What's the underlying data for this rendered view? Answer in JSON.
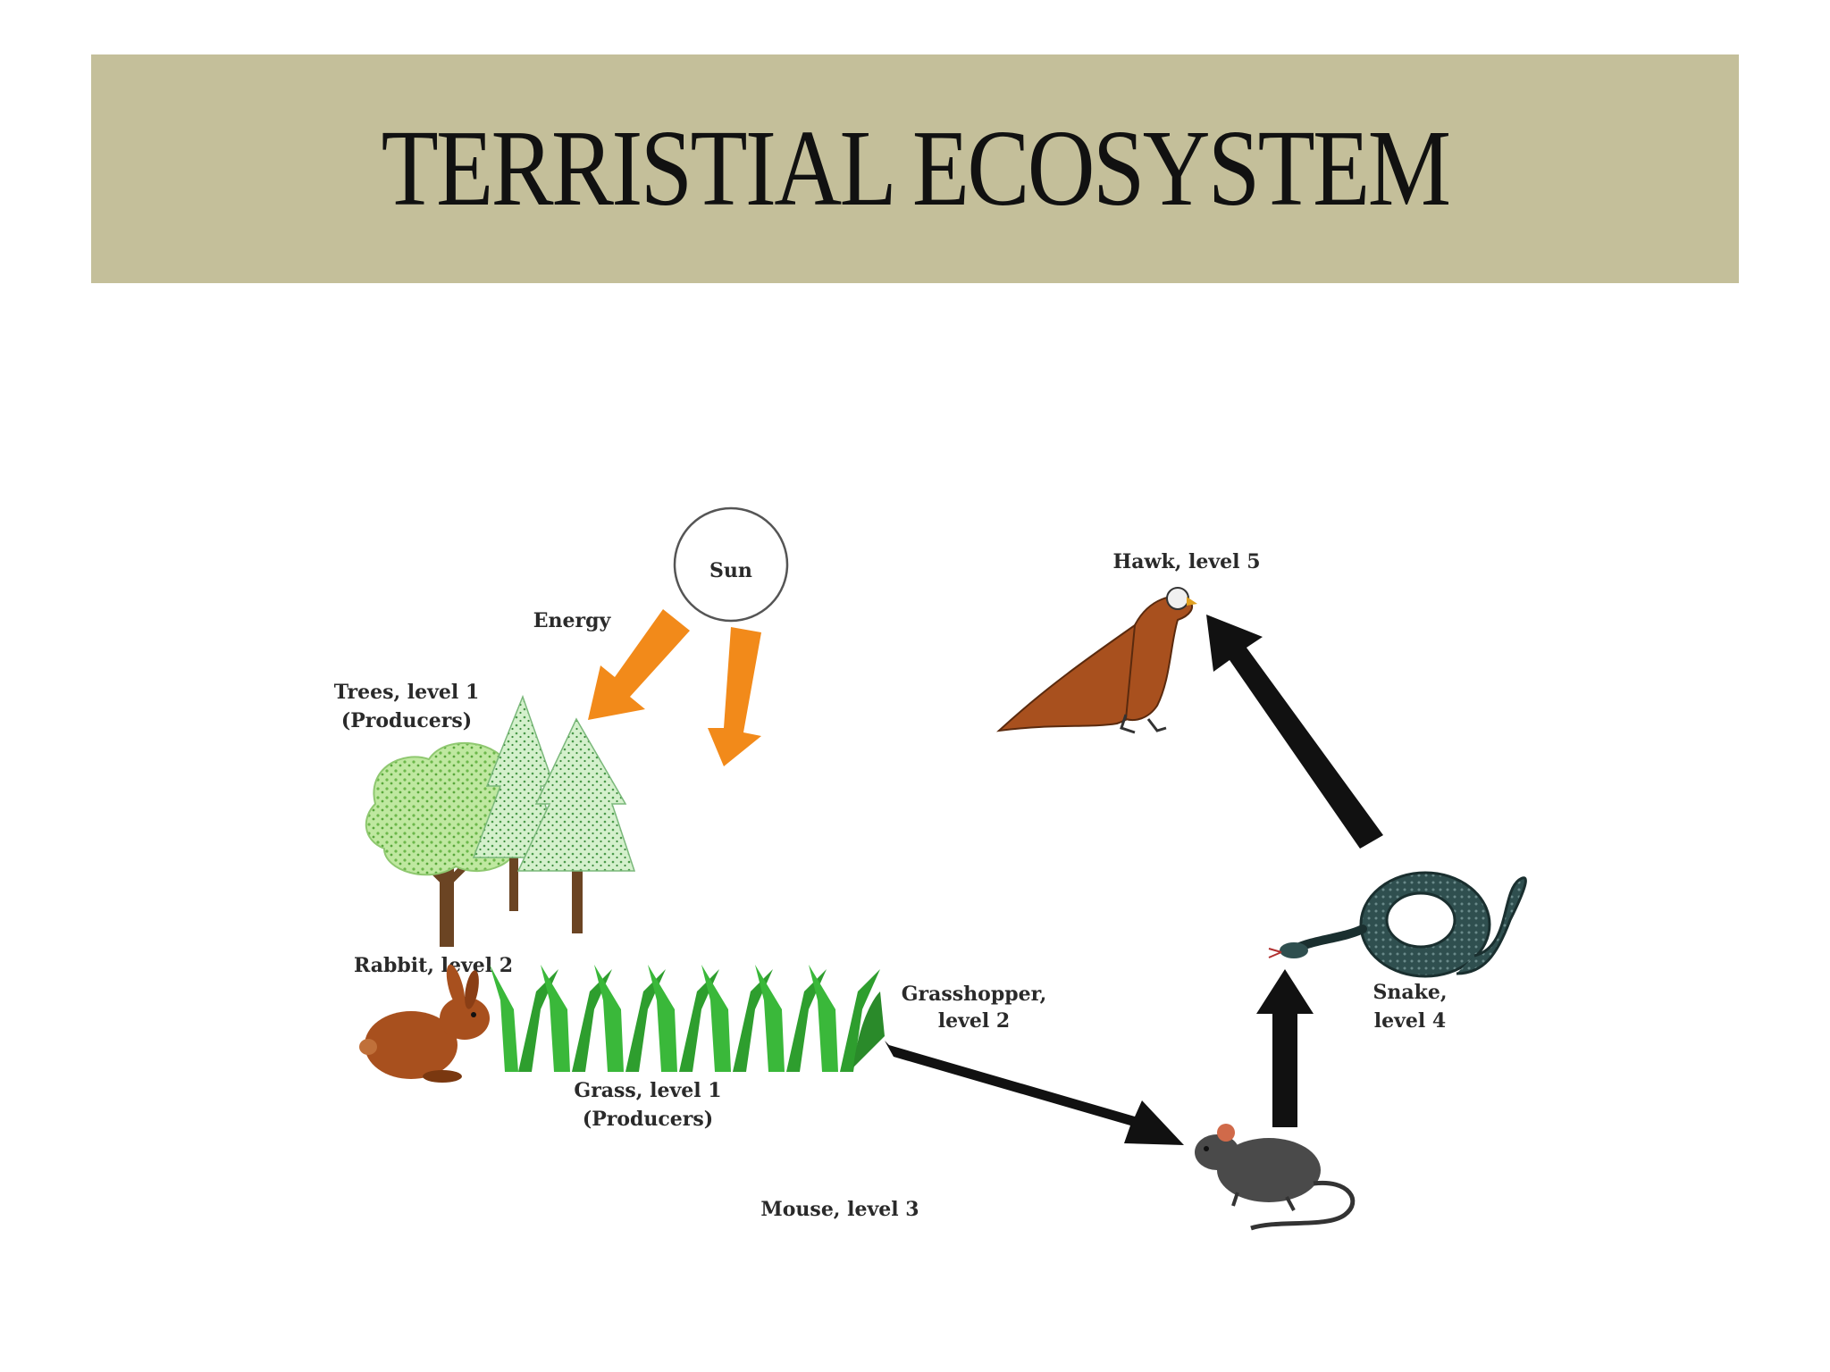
{
  "slide": {
    "title": "TERRISTIAL ECOSYSTEM",
    "band_color": "#c4bf9a"
  },
  "diagram": {
    "sun": "Sun",
    "energy": "Energy",
    "trees": [
      "Trees, level 1",
      "(Producers)"
    ],
    "rabbit": "Rabbit, level 2",
    "grass": [
      "Grass, level 1",
      "(Producers)"
    ],
    "grasshopper": [
      "Grasshopper,",
      "level 2"
    ],
    "mouse": "Mouse, level 3",
    "snake": [
      "Snake,",
      "level 4"
    ],
    "hawk": "Hawk, level 5",
    "colors": {
      "energy_arrow": "#f28a1a",
      "food_arrow": "#111111",
      "tree_leaf": "#bfe8a0",
      "pine": "#c6ebc0",
      "grass": "#3ab83a",
      "rabbit": "#a8501e",
      "hawk": "#a8501e",
      "mouse": "#4a4a4a",
      "snake": "#2f4f4f"
    },
    "icons": [
      "sun-icon",
      "tree-icon",
      "pine-icon",
      "grass-icon",
      "rabbit-icon",
      "mouse-icon",
      "snake-icon",
      "hawk-icon"
    ]
  }
}
